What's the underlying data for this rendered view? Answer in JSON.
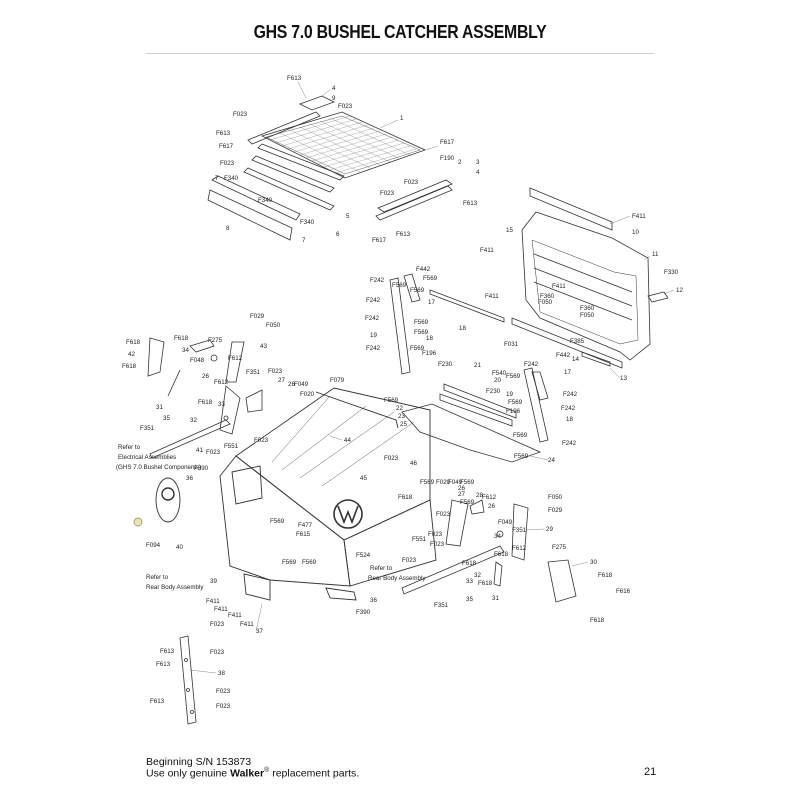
{
  "title": "GHS 7.0 BUSHEL CATCHER ASSEMBLY",
  "footer": {
    "line1": "Beginning S/N 153873",
    "line2_prefix": "Use only genuine ",
    "line2_brand": "Walker",
    "line2_reg": "®",
    "line2_suffix": " replacement parts.",
    "page_number": "21"
  },
  "callouts": {
    "screen": [
      "F613",
      "4",
      "9",
      "F023",
      "F023",
      "1",
      "F613",
      "F617",
      "F617",
      "F023",
      "F190",
      "2",
      "3",
      "4",
      "F023",
      "F023",
      "7",
      "F340",
      "F340",
      "F340",
      "F613",
      "5",
      "6",
      "7",
      "8",
      "F617",
      "F613"
    ],
    "rear_frame": [
      "F411",
      "10",
      "15",
      "F411",
      "11",
      "F330",
      "12",
      "F411",
      "F360",
      "F050",
      "F411",
      "F360",
      "F050",
      "F031",
      "F385",
      "14",
      "F442",
      "13"
    ],
    "side_rails": [
      "F442",
      "F242",
      "F569",
      "F569",
      "F242",
      "17",
      "19",
      "F569",
      "F569",
      "F242",
      "18",
      "F196",
      "F230",
      "21",
      "F540",
      "20",
      "F230",
      "F569",
      "22",
      "23",
      "25",
      "F569",
      "19",
      "F569",
      "F196",
      "F569",
      "F242",
      "17",
      "F242",
      "F242",
      "F242",
      "16",
      "18",
      "F569",
      "24"
    ],
    "left_linkage": [
      "F029",
      "F050",
      "F275",
      "F618",
      "F618",
      "42",
      "34",
      "43",
      "F048",
      "F612",
      "F618",
      "26",
      "F612",
      "F023",
      "27",
      "F049",
      "26",
      "F020",
      "F351",
      "F079",
      "F618",
      "33",
      "31",
      "35",
      "32",
      "F351",
      "41",
      "F023",
      "F551",
      "F023",
      "44"
    ],
    "body": [
      "Refer to",
      "Electrical Assemblies",
      "(GHS 7.0 Bushel Components)",
      "F390",
      "36",
      "F094",
      "40",
      "F023",
      "46",
      "45",
      "F569",
      "F477",
      "F615",
      "F569",
      "F569",
      "F524",
      "Refer to",
      "Rear Body Assembly",
      "39",
      "Refer to",
      "Rear Body Assembly",
      "F411",
      "F411",
      "F411",
      "37",
      "36",
      "F390"
    ],
    "right_linkage": [
      "F020",
      "F049",
      "26",
      "27",
      "F569",
      "F569",
      "28",
      "F618",
      "F612",
      "26",
      "F050",
      "F029",
      "F023",
      "F049",
      "F351",
      "29",
      "F551",
      "F023",
      "F023",
      "34",
      "F612",
      "F275",
      "F618",
      "F618",
      "32",
      "30",
      "33",
      "35",
      "31",
      "F618",
      "F616",
      "F351",
      "F618"
    ],
    "lower_bar": [
      "F023",
      "F613",
      "F023",
      "F613",
      "38",
      "F023",
      "F613",
      "F023"
    ]
  }
}
